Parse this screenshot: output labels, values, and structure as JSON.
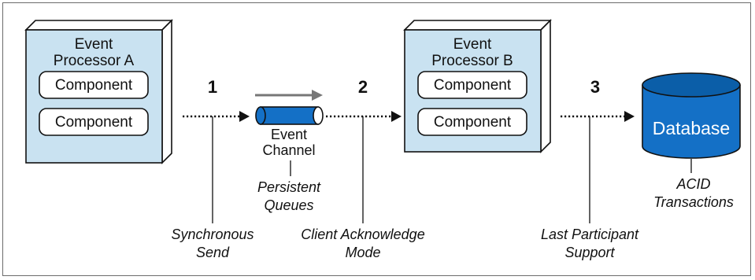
{
  "processors": [
    {
      "title_line1": "Event",
      "title_line2": "Processor A",
      "components": [
        "Component",
        "Component"
      ]
    },
    {
      "title_line1": "Event",
      "title_line2": "Processor B",
      "components": [
        "Component",
        "Component"
      ]
    }
  ],
  "channel": {
    "line1": "Event",
    "line2": "Channel"
  },
  "database": {
    "label": "Database"
  },
  "steps": [
    "1",
    "2",
    "3"
  ],
  "notes": {
    "persistent_queues": [
      "Persistent",
      "Queues"
    ],
    "acid_transactions": [
      "ACID",
      "Transactions"
    ],
    "synchronous_send": [
      "Synchronous",
      "Send"
    ],
    "client_acknowledge": [
      "Client Acknowledge",
      "Mode"
    ],
    "last_participant": [
      "Last Participant",
      "Support"
    ]
  },
  "colors": {
    "box_fill": "#c9e2f1",
    "box_side": "#ffffff",
    "pipe_blue": "#1470c6",
    "db_blue": "#1470c6",
    "db_top": "#0b5ea8",
    "arrow_gray": "#777777"
  }
}
